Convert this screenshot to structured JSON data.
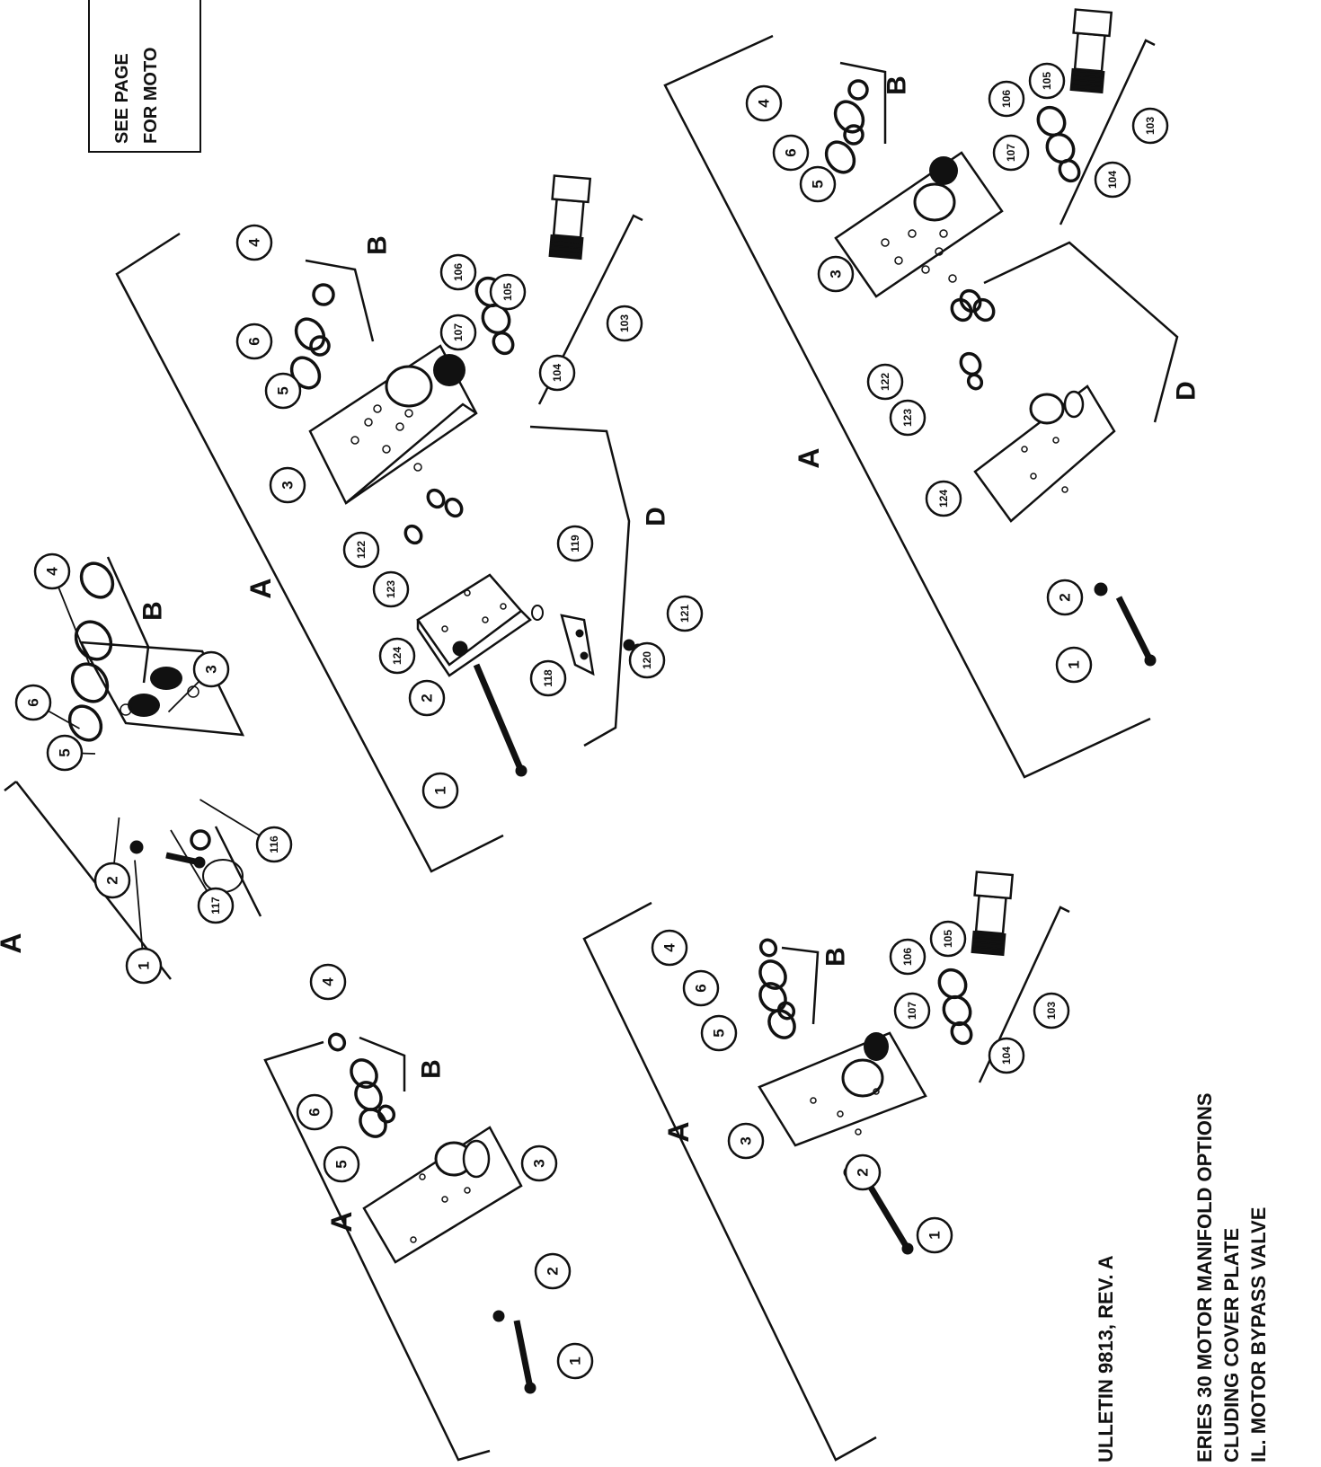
{
  "note": {
    "line1": "SEE PAGE",
    "line2": "FOR MOTO"
  },
  "caption": {
    "bulletin": "ULLETIN 9813, REV. A",
    "title": "ERIES 30 MOTOR MANIFOLD OPTIONS",
    "line2": "CLUDING COVER PLATE",
    "line3": "IL. MOTOR BYPASS VALVE"
  },
  "colors": {
    "ink": "#111111",
    "paper": "#ffffff"
  },
  "views": [
    {
      "id": "view-top-left",
      "group_labels": [
        "A",
        "B"
      ],
      "callouts": [
        "1",
        "2",
        "3",
        "4",
        "5",
        "6",
        "116",
        "117"
      ]
    },
    {
      "id": "view-top-center",
      "group_labels": [
        "A",
        "B",
        "D"
      ],
      "callouts": [
        "1",
        "2",
        "3",
        "4",
        "5",
        "6",
        "103",
        "104",
        "105",
        "106",
        "107",
        "118",
        "119",
        "120",
        "121",
        "122",
        "123",
        "124"
      ]
    },
    {
      "id": "view-top-right",
      "group_labels": [
        "A",
        "B",
        "D"
      ],
      "callouts": [
        "1",
        "2",
        "3",
        "4",
        "5",
        "6",
        "103",
        "104",
        "105",
        "106",
        "107",
        "122",
        "123",
        "124"
      ]
    },
    {
      "id": "view-bottom-left",
      "group_labels": [
        "A",
        "B"
      ],
      "callouts": [
        "1",
        "2",
        "3",
        "4",
        "5",
        "6"
      ]
    },
    {
      "id": "view-bottom-center",
      "group_labels": [
        "A",
        "B"
      ],
      "callouts": [
        "1",
        "2",
        "3",
        "4",
        "5",
        "6",
        "103",
        "104",
        "105",
        "106",
        "107"
      ]
    }
  ]
}
